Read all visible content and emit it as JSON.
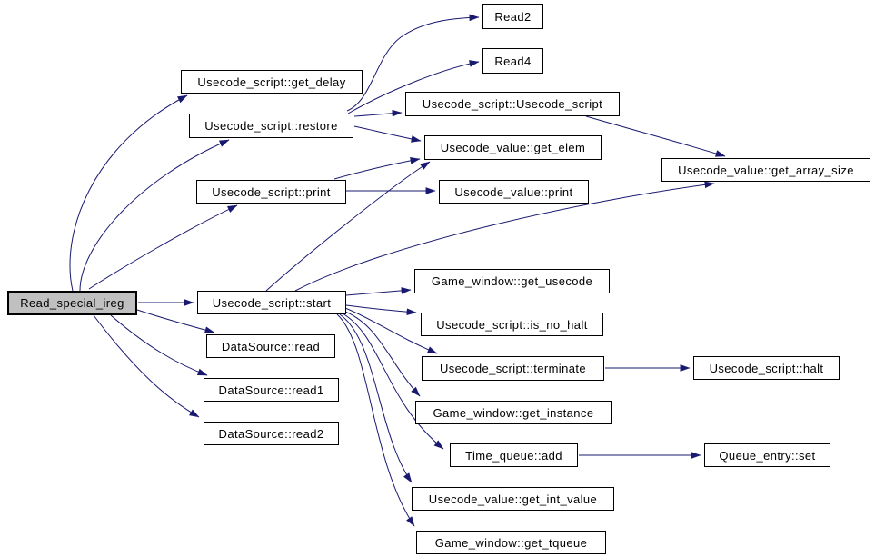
{
  "diagram": {
    "type": "call-graph",
    "root_function": "Read_special_ireg",
    "colors": {
      "edge": "#191970",
      "node_border": "#000000",
      "node_fill": "#ffffff",
      "root_fill": "#c0c0c0",
      "background": "#ffffff"
    },
    "nodes": [
      {
        "id": "root",
        "label": "Read_special_ireg"
      },
      {
        "id": "get_delay",
        "label": "Usecode_script::get_delay"
      },
      {
        "id": "restore",
        "label": "Usecode_script::restore"
      },
      {
        "id": "print",
        "label": "Usecode_script::print"
      },
      {
        "id": "start",
        "label": "Usecode_script::start"
      },
      {
        "id": "ds_read",
        "label": "DataSource::read"
      },
      {
        "id": "ds_read1",
        "label": "DataSource::read1"
      },
      {
        "id": "ds_read2",
        "label": "DataSource::read2"
      },
      {
        "id": "read2",
        "label": "Read2"
      },
      {
        "id": "read4",
        "label": "Read4"
      },
      {
        "id": "us_ctor",
        "label": "Usecode_script::Usecode_script"
      },
      {
        "id": "get_elem",
        "label": "Usecode_value::get_elem"
      },
      {
        "id": "uv_print",
        "label": "Usecode_value::print"
      },
      {
        "id": "get_array_size",
        "label": "Usecode_value::get_array_size"
      },
      {
        "id": "gw_get_usecode",
        "label": "Game_window::get_usecode"
      },
      {
        "id": "is_no_halt",
        "label": "Usecode_script::is_no_halt"
      },
      {
        "id": "terminate",
        "label": "Usecode_script::terminate"
      },
      {
        "id": "halt",
        "label": "Usecode_script::halt"
      },
      {
        "id": "gw_get_instance",
        "label": "Game_window::get_instance"
      },
      {
        "id": "tq_add",
        "label": "Time_queue::add"
      },
      {
        "id": "qe_set",
        "label": "Queue_entry::set"
      },
      {
        "id": "get_int_value",
        "label": "Usecode_value::get_int_value"
      },
      {
        "id": "gw_get_tqueue",
        "label": "Game_window::get_tqueue"
      }
    ],
    "edges": [
      {
        "from": "root",
        "to": "get_delay"
      },
      {
        "from": "root",
        "to": "restore"
      },
      {
        "from": "root",
        "to": "print"
      },
      {
        "from": "root",
        "to": "start"
      },
      {
        "from": "root",
        "to": "ds_read"
      },
      {
        "from": "root",
        "to": "ds_read1"
      },
      {
        "from": "root",
        "to": "ds_read2"
      },
      {
        "from": "restore",
        "to": "read2"
      },
      {
        "from": "restore",
        "to": "read4"
      },
      {
        "from": "restore",
        "to": "us_ctor"
      },
      {
        "from": "restore",
        "to": "get_elem"
      },
      {
        "from": "print",
        "to": "uv_print"
      },
      {
        "from": "print",
        "to": "get_elem"
      },
      {
        "from": "us_ctor",
        "to": "get_array_size"
      },
      {
        "from": "start",
        "to": "get_elem"
      },
      {
        "from": "start",
        "to": "get_array_size"
      },
      {
        "from": "start",
        "to": "gw_get_usecode"
      },
      {
        "from": "start",
        "to": "is_no_halt"
      },
      {
        "from": "start",
        "to": "terminate"
      },
      {
        "from": "start",
        "to": "gw_get_instance"
      },
      {
        "from": "start",
        "to": "tq_add"
      },
      {
        "from": "start",
        "to": "get_int_value"
      },
      {
        "from": "start",
        "to": "gw_get_tqueue"
      },
      {
        "from": "terminate",
        "to": "halt"
      },
      {
        "from": "tq_add",
        "to": "qe_set"
      }
    ]
  }
}
